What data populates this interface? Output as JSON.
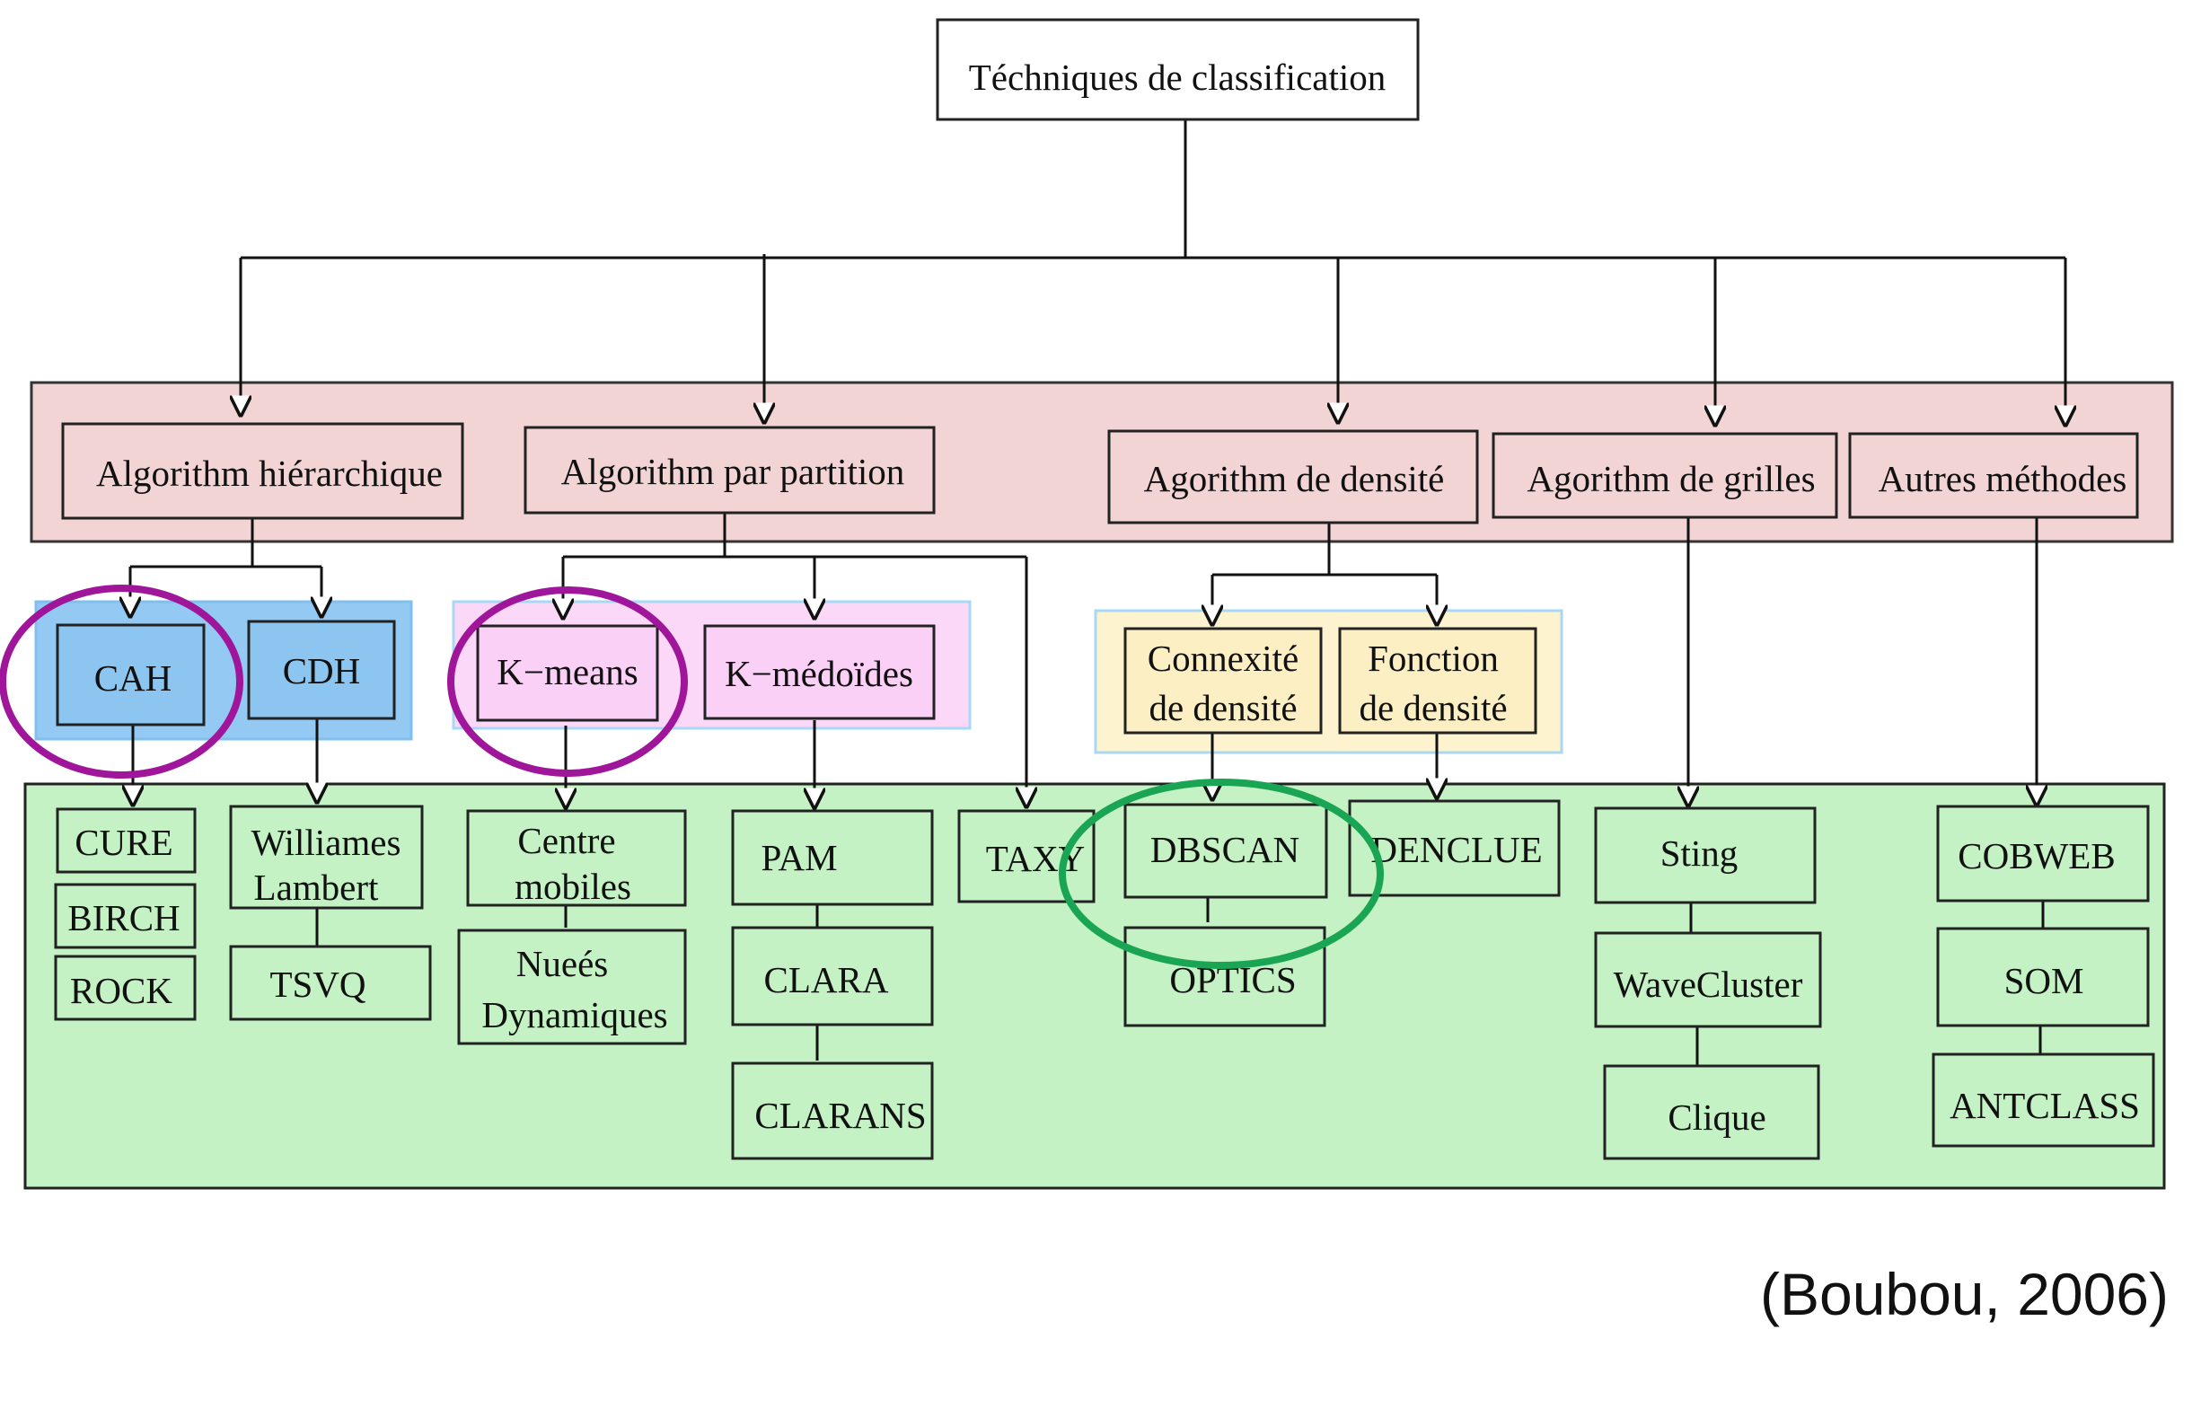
{
  "root": "Téchniques de classification",
  "categories": {
    "hierarchical": "Algorithm hiérarchique",
    "partition": "Algorithm par partition",
    "density": "Agorithm de densité",
    "grid": "Agorithm de grilles",
    "other": "Autres méthodes"
  },
  "subcategories": {
    "cah": "CAH",
    "cdh": "CDH",
    "kmeans": "K−means",
    "kmedoids": "K−médoïdes",
    "connexite": [
      "Connexité",
      "de densité"
    ],
    "fonction": [
      "Fonction",
      "de densité"
    ]
  },
  "algorithms": {
    "cure": "CURE",
    "birch": "BIRCH",
    "rock": "ROCK",
    "williames": [
      "Williames",
      "Lambert"
    ],
    "tsvq": "TSVQ",
    "centre": [
      "Centre",
      "mobiles"
    ],
    "nuees": [
      "Nueés",
      "Dynamiques"
    ],
    "pam": "PAM",
    "clara": "CLARA",
    "clarans": "CLARANS",
    "taxy": "TAXY",
    "dbscan": "DBSCAN",
    "optics": "OPTICS",
    "denclue": "DENCLUE",
    "sting": "Sting",
    "wavecluster": "WaveCluster",
    "clique": "Clique",
    "cobweb": "COBWEB",
    "som": "SOM",
    "antclass": "ANTCLASS"
  },
  "caption": "(Boubou, 2006)",
  "colors": {
    "category_band": "#f2d4d4",
    "hierarchical_band": "#93c9f2",
    "hierarchical_box": "#8cc6f0",
    "partition_band": "#fcd8f8",
    "partition_box": "#fbd0f6",
    "density_band": "#fdf3cf",
    "density_box": "#fcefc4",
    "algorithm_band": "#c4f2c4",
    "highlight_purple": "#a0169a",
    "highlight_green": "#19a553"
  }
}
